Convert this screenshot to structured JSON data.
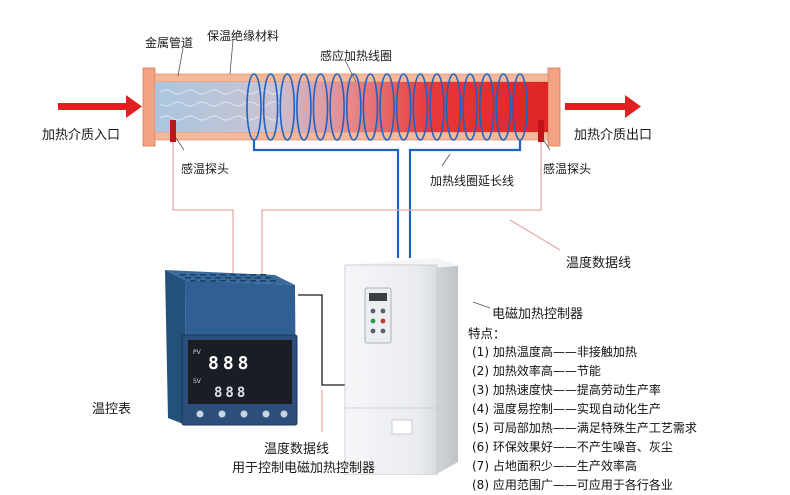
{
  "labels": {
    "metal_pipe": "金属管道",
    "insulation": "保温绝缘材料",
    "induction_coil": "感应加热线圈",
    "inlet": "加热介质入口",
    "outlet": "加热介质出口",
    "probe_left": "感温探头",
    "probe_right": "感温探头",
    "coil_extension": "加热线圈延长线",
    "temp_data_line": "温度数据线",
    "controller_title": "电磁加热控制器",
    "thermostat": "温控表",
    "temp_data_line_bottom": "温度数据线",
    "bottom_caption": "用于控制电磁加热控制器"
  },
  "thermostat_display": {
    "pv_label": "PV",
    "sv_label": "SV",
    "pv_value": "888",
    "sv_value": "888"
  },
  "features": {
    "title": "特点：",
    "items": [
      "(1) 加热温度高——非接触加热",
      "(2) 加热效率高——节能",
      "(3) 加热速度快——提高劳动生产率",
      "(4) 温度易控制——实现自动化生产",
      "(5) 可局部加热——满足特殊生产工艺需求",
      "(6) 环保效果好——不产生噪音、灰尘",
      "(7) 占地面积少——生产效率高",
      "(8) 应用范围广——可应用于各行各业"
    ]
  },
  "colors": {
    "arrow_red": "#e02020",
    "pipe_flange": "#f2a382",
    "pipe_hot": "#e8282a",
    "pipe_cool": "#a9c6de",
    "coil_blue": "#1e63c4",
    "sensor_line": "#e9a7a7",
    "thermostat_blue": "#2b5b8f",
    "controller_body": "#eef0f3"
  }
}
